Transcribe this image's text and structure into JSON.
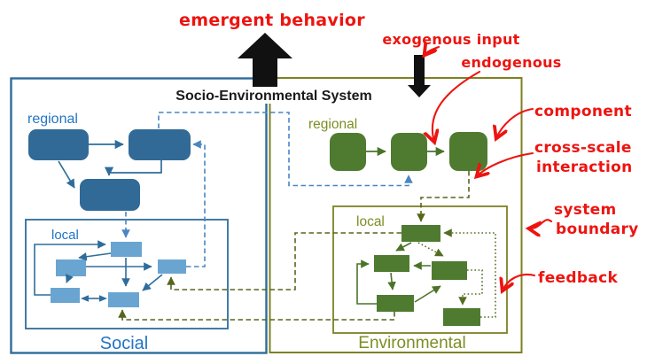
{
  "title": "Socio-Environmental System",
  "annotations": {
    "emergent_behavior": "emergent behavior",
    "exogenous_input": "exogenous input",
    "endogenous": "endogenous",
    "component": "component",
    "cross_scale_line1": "cross-scale",
    "cross_scale_line2": "interaction",
    "system_boundary_line1": "system",
    "system_boundary_line2": "boundary",
    "feedback": "feedback"
  },
  "social": {
    "name": "Social",
    "regional_label": "regional",
    "local_label": "local"
  },
  "environmental": {
    "name": "Environmental",
    "regional_label": "regional",
    "local_label": "local"
  },
  "colors": {
    "social_node": "#316a96",
    "social_node_light": "#6aa5d2",
    "social_line": "#2e6d9b",
    "social_dashed": "#4a86c2",
    "social_text": "#2374c5",
    "env_node": "#4e7b30",
    "env_line": "#4a7429",
    "env_border": "#7e8123",
    "env_text": "#7d8e23",
    "env_dashed": "#55671c",
    "env_dotted": "#546e24",
    "annotation_red": "#ed1410",
    "arrow_black": "#111111",
    "background": "#ffffff"
  }
}
